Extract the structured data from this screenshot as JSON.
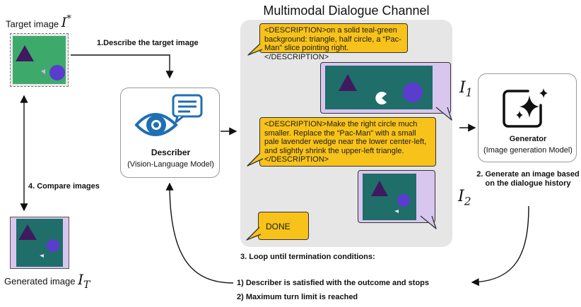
{
  "labels": {
    "target_image": "Target image",
    "target_symbol": "I*",
    "generated_image": "Generated image",
    "generated_symbol": "I_T",
    "channel_title": "Multimodal Dialogue Channel",
    "step1": "1.Describe the target image",
    "step2": "2. Generate an image based on the dialogue history",
    "step3": "3. Loop until termination conditions:",
    "step4": "4. Compare images",
    "cond1": "1) Describer is satisfied with the outcome and stops",
    "cond2": "2) Maximum turn limit is reached"
  },
  "describer": {
    "title": "Describer",
    "subtitle": "(Vision-Language Model)"
  },
  "generator": {
    "title": "Generator",
    "subtitle": "(Image generation Model)"
  },
  "messages": {
    "desc1": "<DESCRIPTION>on a solid teal-green background: triangle, half circle, a “Pac-Man” slice pointing right. </DESCRIPTION>",
    "desc2": "<DESCRIPTION>Make the right circle much smaller. Replace the “Pac-Man” with a small pale lavender wedge near the lower center-left, and slightly shrink the upper-left triangle. </DESCRIPTION>",
    "done": "DONE"
  },
  "image_labels": {
    "i1": "I_1",
    "i2": "I_2"
  },
  "colors": {
    "bubble_yellow": "#f7c21a",
    "bubble_lavender": "#d9c6ef",
    "channel_gray": "#e6e6e6",
    "teal": "#1f6e6a",
    "green": "#3daa6c",
    "purple_triangle": "#3f1a5e",
    "blue_circle": "#5a3ccf",
    "eye_blue": "#1f6fb2"
  }
}
